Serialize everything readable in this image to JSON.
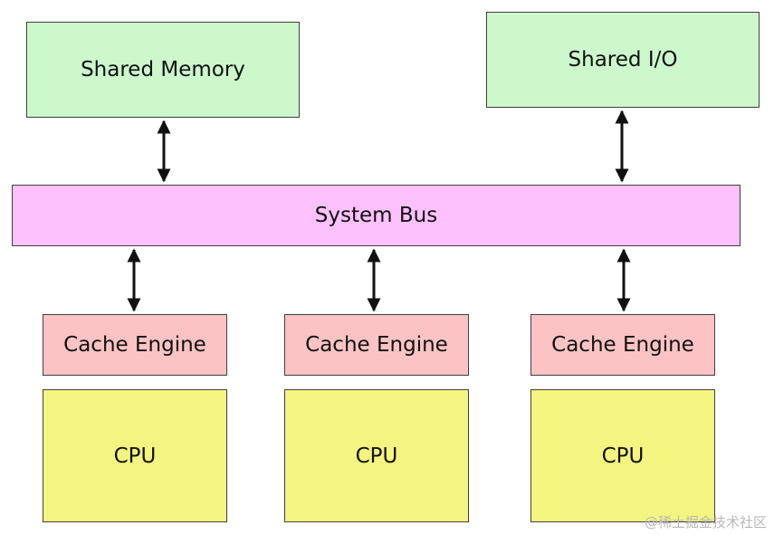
{
  "colors": {
    "shared_box": "#ccf8cc",
    "bus": "#fdc1fd",
    "cache_engine": "#fbc3c3",
    "cpu": "#f4f480",
    "border": "#404040",
    "arrow": "#111111"
  },
  "nodes": {
    "shared_memory": "Shared Memory",
    "shared_io": "Shared I/O",
    "system_bus": "System Bus",
    "cache_engines": [
      "Cache Engine",
      "Cache Engine",
      "Cache Engine"
    ],
    "cpus": [
      "CPU",
      "CPU",
      "CPU"
    ]
  },
  "edges": [
    {
      "from": "Shared Memory",
      "to": "System Bus",
      "direction": "bidirectional"
    },
    {
      "from": "Shared I/O",
      "to": "System Bus",
      "direction": "bidirectional"
    },
    {
      "from": "System Bus",
      "to": "Cache Engine 1",
      "direction": "bidirectional"
    },
    {
      "from": "System Bus",
      "to": "Cache Engine 2",
      "direction": "bidirectional"
    },
    {
      "from": "System Bus",
      "to": "Cache Engine 3",
      "direction": "bidirectional"
    }
  ],
  "watermark": "@稀土掘金技术社区"
}
